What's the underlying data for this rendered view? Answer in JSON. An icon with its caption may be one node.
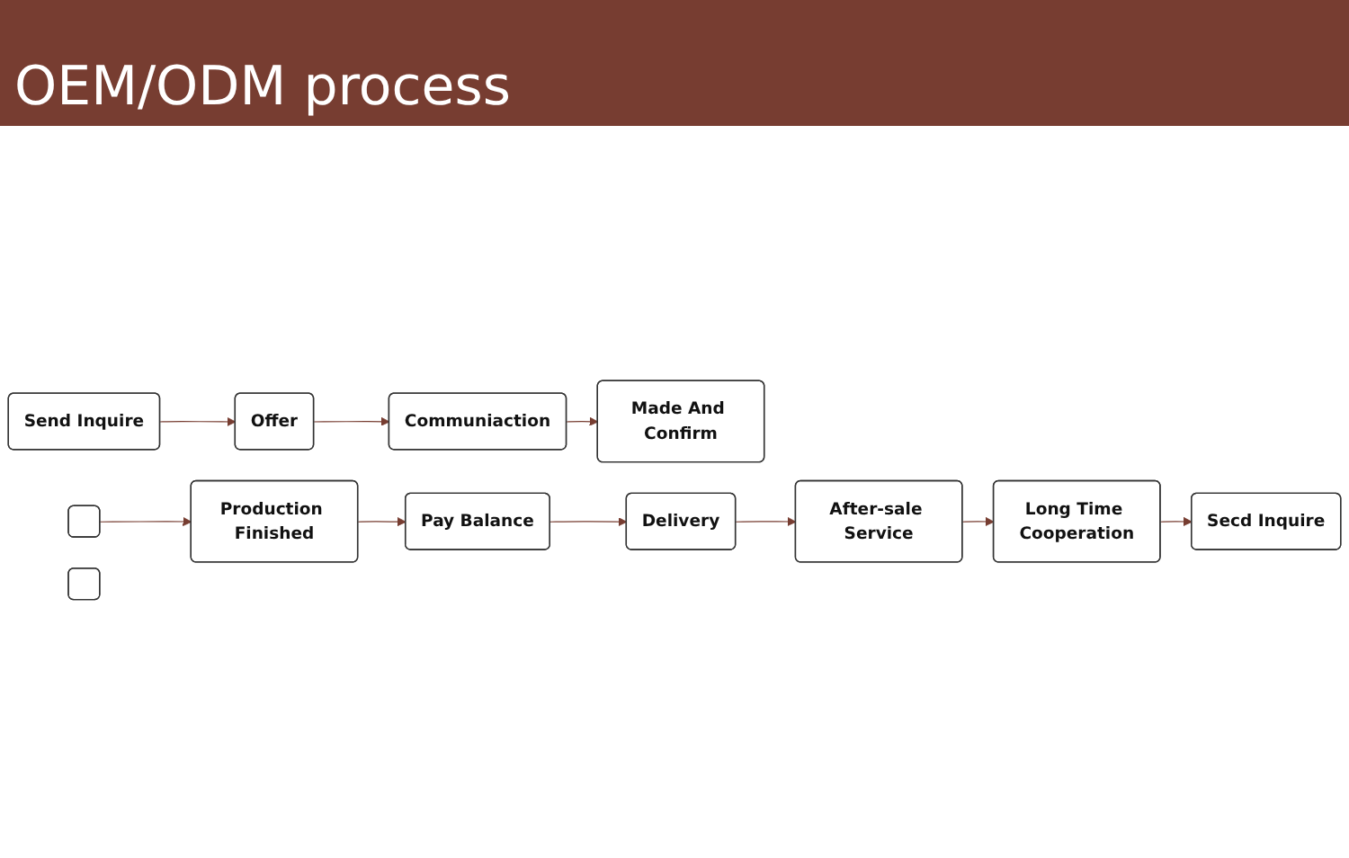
{
  "diagram": {
    "title": "OEM/ODM process",
    "nodes": [
      {
        "text": [
          "Send Inquire"
        ]
      },
      {
        "text": [
          "Offer"
        ]
      },
      {
        "text": [
          "Communiaction"
        ]
      },
      {
        "text": [],
        "shape": "box"
      },
      {
        "text": [],
        "shape": "box"
      },
      {
        "text": [
          "Made And Confirm"
        ]
      },
      {
        "text": [
          "Production Finished"
        ]
      },
      {
        "text": [
          "Pay Balance"
        ]
      },
      {
        "text": [
          "Delivery"
        ]
      },
      {
        "text": [
          "After-sale Service"
        ]
      },
      {
        "text": [
          "Long Time Cooperation"
        ]
      },
      {
        "text": [
          "Secd Inquire"
        ]
      }
    ],
    "edges": [
      {
        "from": 0,
        "to": 1,
        "arrow": "to"
      },
      {
        "from": 1,
        "to": 2,
        "arrow": "to"
      },
      {
        "from": 2,
        "to": 5,
        "arrow": "to"
      },
      {
        "from": 3,
        "to": 6,
        "arrow": "to"
      },
      {
        "from": 6,
        "to": 7,
        "arrow": "to"
      },
      {
        "from": 7,
        "to": 8,
        "arrow": "to"
      },
      {
        "from": 8,
        "to": 9,
        "arrow": "to"
      },
      {
        "from": 9,
        "to": 10,
        "arrow": "to"
      },
      {
        "from": 10,
        "to": 11,
        "arrow": "to"
      }
    ]
  }
}
